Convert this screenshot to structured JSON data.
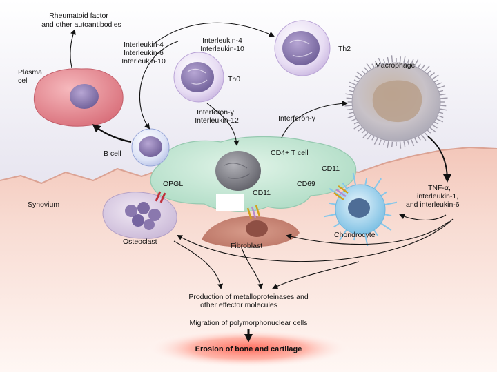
{
  "labels": {
    "rheumatoid_1": "Rheumatoid factor",
    "rheumatoid_2": "and other autoantibodies",
    "il_left_1": "Interleukin-4",
    "il_left_2": "Interleukin-6",
    "il_left_3": "Interleukin-10",
    "il_top_1": "Interleukin-4",
    "il_top_2": "Interleukin-10",
    "th2": "Th2",
    "th0": "Th0",
    "plasma_1": "Plasma",
    "plasma_2": "cell",
    "macrophage": "Macrophage",
    "ifn_il12_1": "Interferon-γ",
    "ifn_il12_2": "Interleukin-12",
    "ifn_right": "Interferon-γ",
    "b_cell": "B cell",
    "cd4": "CD4+ T cell",
    "opgl": "OPGL",
    "cd11_a": "CD11",
    "cd69": "CD69",
    "cd11_b": "CD11",
    "tnf_1": "TNF-α,",
    "tnf_2": "interleukin-1,",
    "tnf_3": "and interleukin-6",
    "synovium": "Synovium",
    "osteoclast": "Osteoclast",
    "fibroblast": "Fibroblast",
    "chondrocyte": "Chondrocyte",
    "production_1": "Production of metalloproteinases and",
    "production_2": "other effector molecules",
    "migration": "Migration of polymorphonuclear cells",
    "erosion": "Erosion of bone and cartilage"
  },
  "colors": {
    "top_bg": "#dcdcea",
    "synovium": "#f6d6cc",
    "tcell": "#bfe3cf",
    "plasma": "#e48a92",
    "lymphocyte": "#e6d8f2",
    "nucleus": "#8a78ae",
    "macrophage": "#c8c0c8",
    "chondrocyte": "#9fd0ea",
    "fibroblast": "#c07866",
    "erosion_glow": "#ff7a6a"
  }
}
